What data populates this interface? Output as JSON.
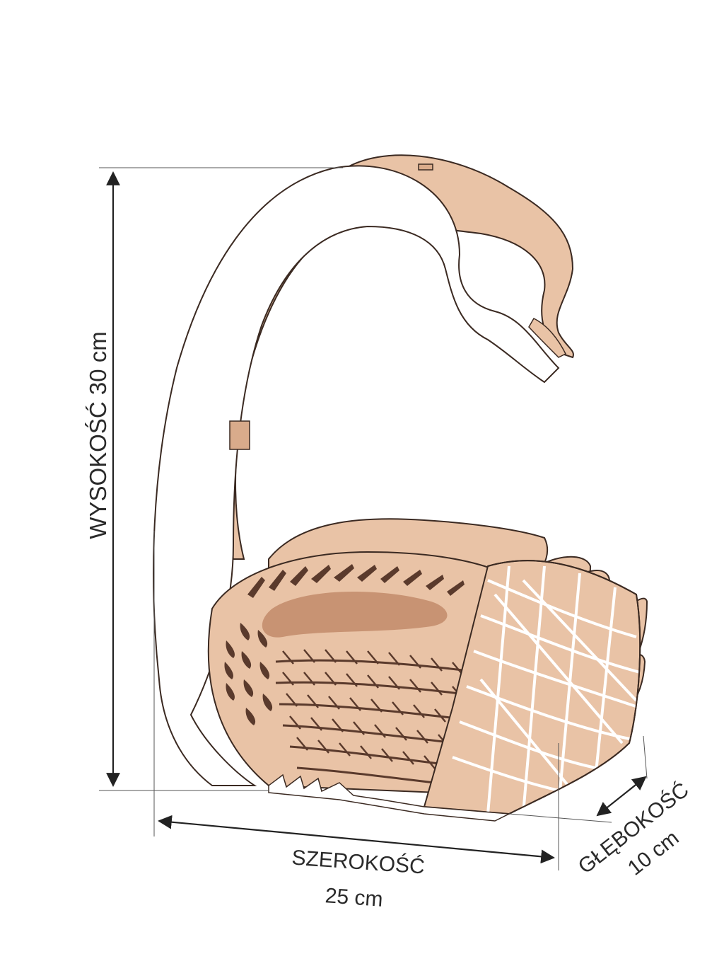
{
  "dimensions": {
    "height": {
      "label": "WYSOKOŚĆ 30 cm"
    },
    "width": {
      "label": "SZEROKOŚĆ",
      "value": "25 cm"
    },
    "depth": {
      "label": "GŁĘBOKOŚĆ",
      "value": "10 cm"
    }
  },
  "colors": {
    "wood": "#e9c3a6",
    "wood_shade": "#d9ab8b",
    "outline": "#3b2a22",
    "line": "#444444",
    "background": "#ffffff"
  },
  "illustration": {
    "subject": "swan-basket"
  }
}
